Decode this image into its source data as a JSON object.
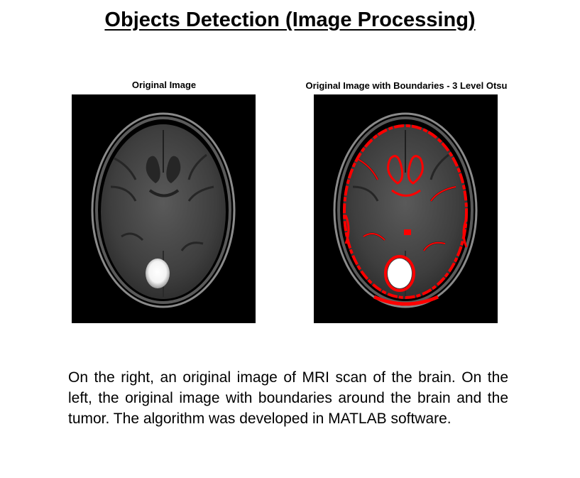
{
  "slide": {
    "title": "Objects Detection (Image Processing)",
    "left_caption": "Original Image",
    "right_caption": "Original Image with Boundaries - 3 Level Otsu",
    "description": "On the right, an original image of MRI scan of the brain. On the left, the original image with boundaries around the brain and the tumor. The algorithm was developed in MATLAB software."
  },
  "colors": {
    "background": "#000000",
    "boundary": "#ff0000",
    "tumor": "#ffffff"
  }
}
